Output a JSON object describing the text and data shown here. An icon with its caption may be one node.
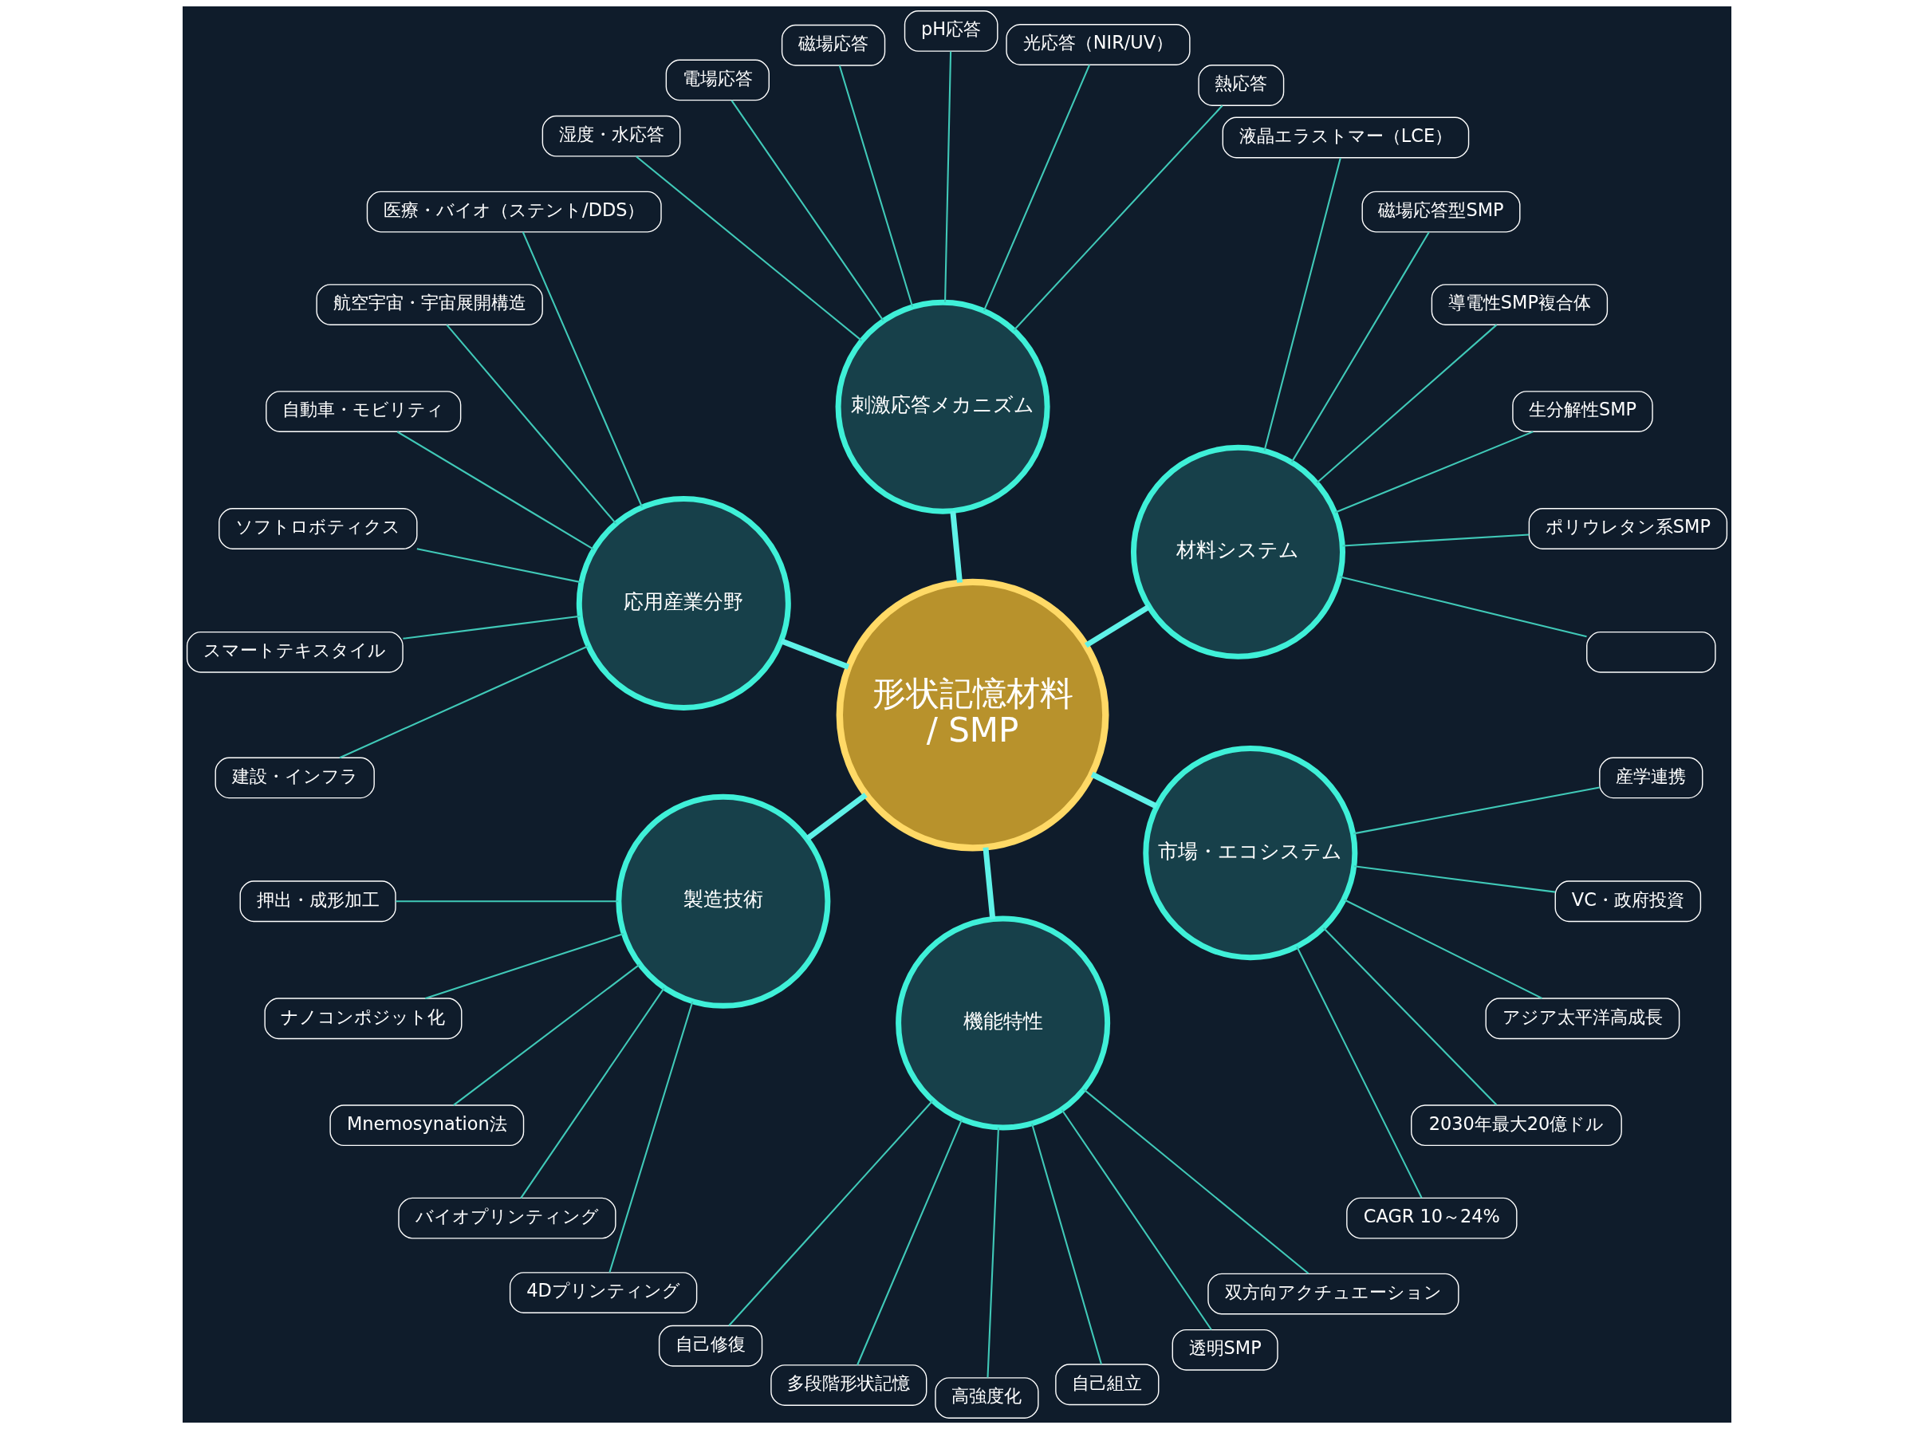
{
  "diagram": {
    "nodes": [
      {
        "text": [
          "形状記憶材料 / SMP"
        ]
      },
      {
        "text": [
          "材料システム"
        ]
      },
      {
        "text": [],
        "shape": "box"
      },
      {
        "text": [
          "ポリウレタン系SMP"
        ]
      },
      {
        "text": [
          "生分解性SMP"
        ]
      },
      {
        "text": [
          "導電性SMP複合体"
        ]
      },
      {
        "text": [
          "磁場応答型SMP"
        ]
      },
      {
        "text": [
          "液晶エラストマー（LCE）"
        ]
      },
      {
        "text": [
          "刺激応答メカニズム"
        ]
      },
      {
        "text": [
          "熱応答"
        ]
      },
      {
        "text": [
          "光応答（NIR/UV）"
        ]
      },
      {
        "text": [
          "pH応答"
        ]
      },
      {
        "text": [
          "磁場応答"
        ]
      },
      {
        "text": [
          "電場応答"
        ]
      },
      {
        "text": [
          "湿度・水応答"
        ]
      },
      {
        "text": [
          "応用産業分野"
        ]
      },
      {
        "text": [
          "医療・バイオ（ステント/DDS）"
        ]
      },
      {
        "text": [
          "航空宇宙・宇宙展開構造"
        ]
      },
      {
        "text": [
          "自動車・モビリティ"
        ]
      },
      {
        "text": [
          "ソフトロボティクス"
        ]
      },
      {
        "text": [
          "スマートテキスタイル"
        ]
      },
      {
        "text": [
          "建設・インフラ"
        ]
      },
      {
        "text": [
          "製造技術"
        ]
      },
      {
        "text": [
          "押出・成形加工"
        ]
      },
      {
        "text": [
          "ナノコンポジット化"
        ]
      },
      {
        "text": [
          "Mnemosynation法"
        ]
      },
      {
        "text": [
          "バイオプリンティング"
        ]
      },
      {
        "text": [
          "4Dプリンティング"
        ]
      },
      {
        "text": [
          "機能特性"
        ]
      },
      {
        "text": [
          "自己修復"
        ]
      },
      {
        "text": [
          "多段階形状記憶"
        ]
      },
      {
        "text": [
          "高強度化"
        ]
      },
      {
        "text": [
          "自己組立"
        ]
      },
      {
        "text": [
          "透明SMP"
        ]
      },
      {
        "text": [
          "双方向アクチュエーション"
        ]
      },
      {
        "text": [
          "市場・エコシステム"
        ]
      },
      {
        "text": [
          "CAGR 10～24%"
        ]
      },
      {
        "text": [
          "2030年最大20億ドル"
        ]
      },
      {
        "text": [
          "アジア太平洋高成長"
        ]
      },
      {
        "text": [
          "VC・政府投資"
        ]
      },
      {
        "text": [
          "産学連携"
        ]
      }
    ],
    "edges": [
      {
        "from": 0,
        "to": 1,
        "arrow": "none",
        "style": "thick"
      },
      {
        "from": 1,
        "to": 2,
        "arrow": "none"
      },
      {
        "from": 1,
        "to": 3,
        "arrow": "none"
      },
      {
        "from": 1,
        "to": 4,
        "arrow": "none"
      },
      {
        "from": 1,
        "to": 5,
        "arrow": "none"
      },
      {
        "from": 1,
        "to": 6,
        "arrow": "none"
      },
      {
        "from": 1,
        "to": 7,
        "arrow": "none"
      },
      {
        "from": 0,
        "to": 8,
        "arrow": "none",
        "style": "thick"
      },
      {
        "from": 8,
        "to": 9,
        "arrow": "none"
      },
      {
        "from": 8,
        "to": 10,
        "arrow": "none"
      },
      {
        "from": 8,
        "to": 11,
        "arrow": "none"
      },
      {
        "from": 8,
        "to": 12,
        "arrow": "none"
      },
      {
        "from": 8,
        "to": 13,
        "arrow": "none"
      },
      {
        "from": 8,
        "to": 14,
        "arrow": "none"
      },
      {
        "from": 0,
        "to": 15,
        "arrow": "none",
        "style": "thick"
      },
      {
        "from": 15,
        "to": 16,
        "arrow": "none"
      },
      {
        "from": 15,
        "to": 17,
        "arrow": "none"
      },
      {
        "from": 15,
        "to": 18,
        "arrow": "none"
      },
      {
        "from": 15,
        "to": 19,
        "arrow": "none"
      },
      {
        "from": 15,
        "to": 20,
        "arrow": "none"
      },
      {
        "from": 15,
        "to": 21,
        "arrow": "none"
      },
      {
        "from": 0,
        "to": 22,
        "arrow": "none",
        "style": "thick"
      },
      {
        "from": 22,
        "to": 23,
        "arrow": "none"
      },
      {
        "from": 22,
        "to": 24,
        "arrow": "none"
      },
      {
        "from": 22,
        "to": 25,
        "arrow": "none"
      },
      {
        "from": 22,
        "to": 26,
        "arrow": "none"
      },
      {
        "from": 22,
        "to": 27,
        "arrow": "none"
      },
      {
        "from": 0,
        "to": 28,
        "arrow": "none",
        "style": "thick"
      },
      {
        "from": 28,
        "to": 29,
        "arrow": "none"
      },
      {
        "from": 28,
        "to": 30,
        "arrow": "none"
      },
      {
        "from": 28,
        "to": 31,
        "arrow": "none"
      },
      {
        "from": 28,
        "to": 32,
        "arrow": "none"
      },
      {
        "from": 28,
        "to": 33,
        "arrow": "none"
      },
      {
        "from": 28,
        "to": 34,
        "arrow": "none"
      },
      {
        "from": 0,
        "to": 35,
        "arrow": "none",
        "style": "thick"
      },
      {
        "from": 35,
        "to": 36,
        "arrow": "none"
      },
      {
        "from": 35,
        "to": 37,
        "arrow": "none"
      },
      {
        "from": 35,
        "to": 38,
        "arrow": "none"
      },
      {
        "from": 35,
        "to": 39,
        "arrow": "none"
      },
      {
        "from": 35,
        "to": 40,
        "arrow": "none"
      }
    ]
  }
}
